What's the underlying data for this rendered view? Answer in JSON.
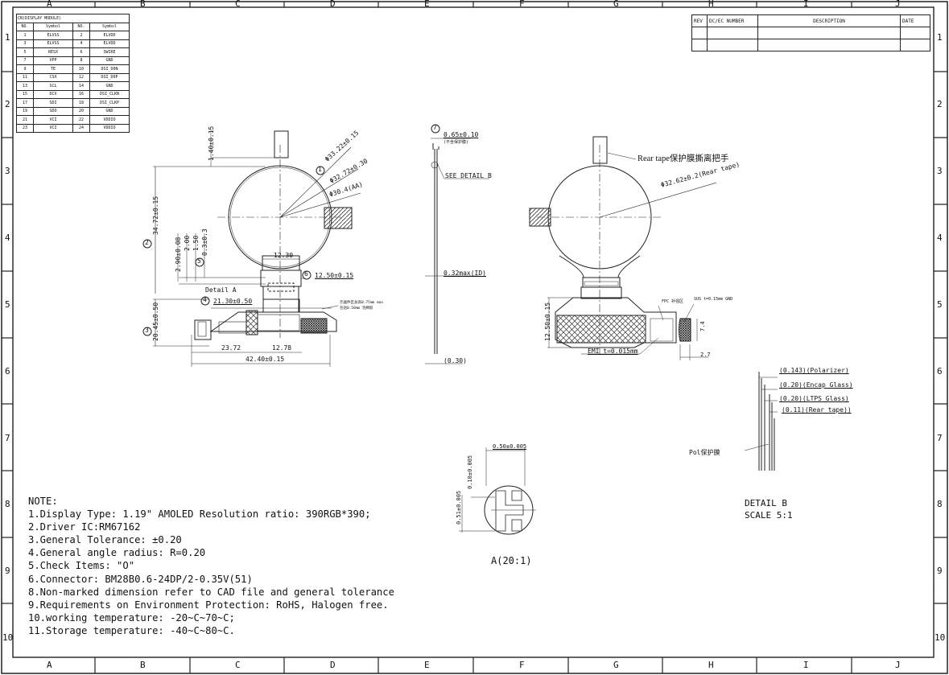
{
  "zones": {
    "columns": [
      "A",
      "B",
      "C",
      "D",
      "E",
      "F",
      "G",
      "H",
      "I",
      "J"
    ],
    "rows": [
      "1",
      "2",
      "3",
      "4",
      "5",
      "6",
      "7",
      "8",
      "9",
      "10"
    ]
  },
  "pin_table": {
    "title": "CN(DISPLAY MODULE)",
    "headers": [
      "NO.",
      "Symbol",
      "NO.",
      "Symbol"
    ],
    "rows": [
      [
        "1",
        "ELVSS",
        "2",
        "ELVDD"
      ],
      [
        "3",
        "ELVSS",
        "4",
        "ELVDD"
      ],
      [
        "5",
        "RESX",
        "6",
        "SWIRE"
      ],
      [
        "7",
        "VPP",
        "8",
        "GND"
      ],
      [
        "9",
        "TE",
        "10",
        "DSI_D0N"
      ],
      [
        "11",
        "CSX",
        "12",
        "DSI_D0P"
      ],
      [
        "13",
        "SCL",
        "14",
        "GND"
      ],
      [
        "15",
        "DCX",
        "16",
        "DSI_CLKN"
      ],
      [
        "17",
        "SDI",
        "18",
        "DSI_CLKP"
      ],
      [
        "19",
        "SDO",
        "20",
        "GND"
      ],
      [
        "21",
        "VCI",
        "22",
        "VDDIO"
      ],
      [
        "23",
        "VCI",
        "24",
        "VDDIO"
      ]
    ]
  },
  "revision_table": {
    "headers": [
      "REV",
      "DC/EC NUMBER",
      "DESCRIPTION",
      "DATE"
    ]
  },
  "front_view": {
    "d_outer": "Φ33.22±0.15",
    "d_mid": "Φ32.72±0.30",
    "d_aa": "Φ30.4(AA)",
    "h_top": "1.40±0.15",
    "h_total": "34.72±0.15",
    "v1": "2.90±0.08",
    "v2": "2.00",
    "v3": "1.50",
    "v4": "0.3±0.3",
    "w_neck": "12.30",
    "w_fpc": "12.50±0.15",
    "detail_a": "Detail A",
    "w_stiff": "21.30±0.50",
    "h_lower": "20.45±0.50",
    "w_left": "23.72",
    "w_mid": "12.78",
    "w_total": "42.40±0.15",
    "c1": "1",
    "c2": "2",
    "c3": "3",
    "c4": "4",
    "c5": "5",
    "c6": "6",
    "c7": "7",
    "note_cn": "元器件区总高0.75mm max",
    "note_cn2": "包括0.50mm 泡棉胶"
  },
  "side_view": {
    "t1": "0.65±0.10",
    "t1_cn": "(不含保护膜)",
    "see_detail": "SEE DETAIL B",
    "t2": "0.32max(ID)",
    "t3": "(0.30)"
  },
  "back_view": {
    "rear_tape": "Rear tape保护膜撕离把手",
    "d_rear": "Φ32.62±0.2(Rear tape)",
    "h_stiff": "12.50±0.15",
    "fpc_label": "FPC 补强区",
    "sus_label": "SUS t=0.15mm GND",
    "emi": "EMI t=0.015mm",
    "h74": "7.4",
    "w27": "2.7"
  },
  "detail_b": {
    "layers": [
      "(0.143)(Polarizer)",
      "(0.20)(Encap Glass)",
      "(0.20)(LTPS Glass)",
      "(0.11)(Rear tape))"
    ],
    "pol": "Pol保护膜",
    "title": "DETAIL B",
    "scale": "SCALE  5:1"
  },
  "detail_a": {
    "w": "0.50±0.005",
    "h1": "0.10±0.005",
    "h2": "0.51±0.005",
    "title": "A(20:1)"
  },
  "notes": {
    "title": "NOTE:",
    "lines": [
      "1.Display Type: 1.19\" AMOLED  Resolution ratio: 390RGB*390;",
      "2.Driver IC:RM67162",
      "3.General Tolerance: ±0.20",
      "4.General angle radius: R=0.20",
      "5.Check Items: \"O\"",
      "6.Connector: BM28B0.6-24DP/2-0.35V(51)",
      "8.Non-marked dimension refer to CAD file and general tolerance",
      "9.Requirements on Environment Protection: RoHS, Halogen free.",
      "10.working temperature: -20~C~70~C;",
      "11.Storage temperature: -40~C~80~C."
    ]
  }
}
